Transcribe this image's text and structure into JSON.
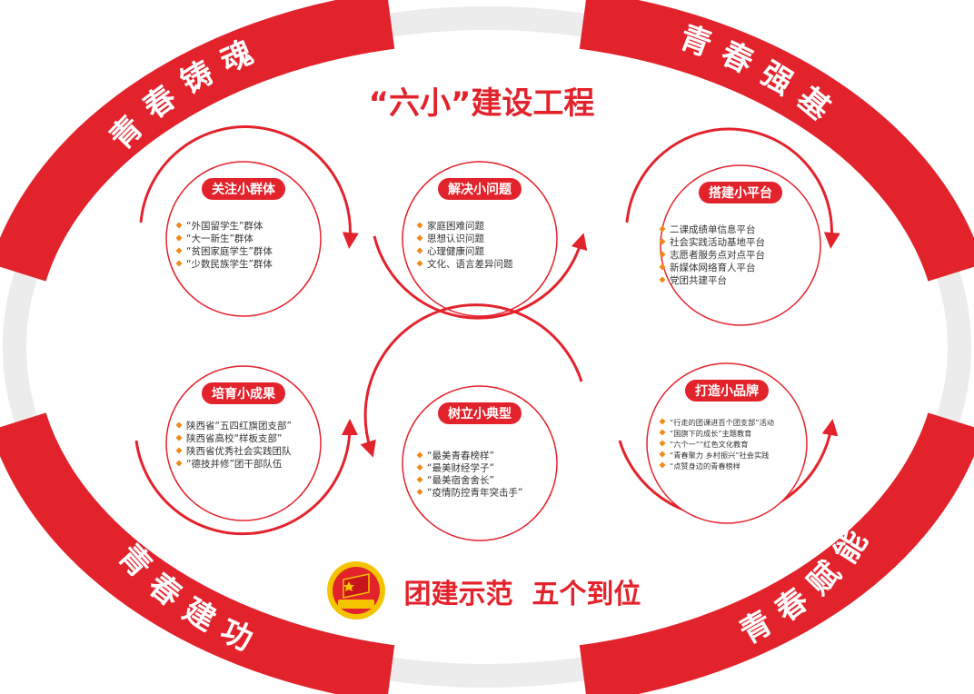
{
  "title": "“六小”建设工程",
  "arcs": {
    "top_left": "青春铸魂",
    "top_right": "青春强基",
    "bottom_left": "青春建功",
    "bottom_right": "青春赋能"
  },
  "colors": {
    "red": "#e3232c",
    "gray": "#ececec",
    "orange": "#f08a1a",
    "text": "#333333"
  },
  "bottom_slogan": "团建示范  五个到位",
  "emblem_icon": "communist-youth-league-emblem",
  "cards": [
    {
      "key": "group",
      "label": "关注小群体",
      "items": [
        "“外国留学生”群体",
        "“大一新生”群体",
        "“贫困家庭学生”群体",
        "“少数民族学生”群体"
      ]
    },
    {
      "key": "problem",
      "label": "解决小问题",
      "items": [
        "家庭困难问题",
        "思想认识问题",
        "心理健康问题",
        "文化、语言差异问题"
      ]
    },
    {
      "key": "platform",
      "label": "搭建小平台",
      "items": [
        "二课成绩单信息平台",
        "社会实践活动基地平台",
        "志愿者服务点对点平台",
        "新媒体网络育人平台",
        "党团共建平台"
      ]
    },
    {
      "key": "results",
      "label": "培育小成果",
      "items": [
        "陕西省“五四红旗团支部”",
        "陕西省高校“样板支部”",
        "陕西省优秀社会实践团队",
        "“德技并修”团干部队伍"
      ]
    },
    {
      "key": "model",
      "label": "树立小典型",
      "items": [
        "“最美青春榜样”",
        "“最美财经学子”",
        "“最美宿舍舍长”",
        "“疫情防控青年突击手”"
      ]
    },
    {
      "key": "brand",
      "label": "打造小品牌",
      "items": [
        "“行走的团课进百个团支部”活动",
        "“国旗下的成长”主题教育",
        "“六个一”“红色文化教育",
        "“青春聚力 乡村振兴”社会实践",
        "“点赞身边的青春榜样"
      ]
    }
  ]
}
